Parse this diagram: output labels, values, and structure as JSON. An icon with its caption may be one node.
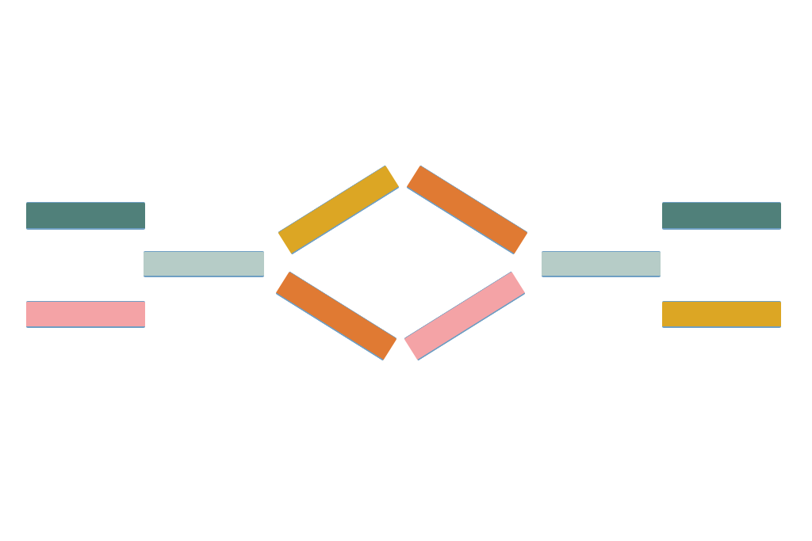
{
  "diagram": {
    "nodes": [
      {
        "text": [],
        "shape": "bar"
      },
      {
        "text": [],
        "shape": "bar"
      },
      {
        "text": [],
        "shape": "bar"
      },
      {
        "text": [],
        "shape": "bar"
      },
      {
        "text": [],
        "shape": "bar"
      },
      {
        "text": [],
        "shape": "bar"
      },
      {
        "text": [],
        "shape": "bar"
      },
      {
        "text": [],
        "shape": "bar"
      },
      {
        "text": [],
        "shape": "bar"
      },
      {
        "text": [],
        "shape": "bar"
      }
    ]
  }
}
